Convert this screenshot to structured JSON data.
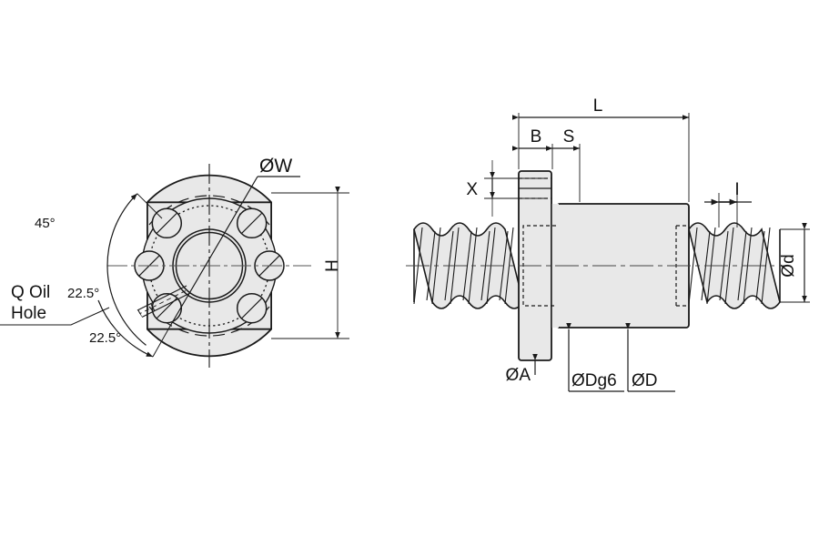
{
  "drawing": {
    "title": "Ball Screw Nut Technical Drawing",
    "background_color": "#ffffff",
    "line_color": "#1a1a1a",
    "fill_color": "#e8e8e8",
    "views": {
      "left": "flange-front-view",
      "right": "assembly-side-section-view"
    }
  },
  "left_view": {
    "name": "flange-front-view",
    "annotations": {
      "angle_45": "45°",
      "angle_22_5_upper": "22.5°",
      "angle_22_5_lower": "22.5°",
      "oil_hole_line1": "Q Oil",
      "oil_hole_line2": "Hole",
      "bolt_circle_label": "ØW",
      "height_label": "H"
    },
    "features": {
      "bolt_hole_count": 6,
      "bolt_hole_angles_deg": [
        45,
        135,
        180,
        0,
        225,
        315
      ],
      "has_flats": "top-and-bottom",
      "has_oil_hole": true,
      "center_bore": true
    }
  },
  "right_view": {
    "name": "assembly-side-section-view",
    "dimensions": {
      "overall_length": "L",
      "flange_thickness": "B",
      "shoulder": "S",
      "keyway_offset": "X",
      "lead": "I",
      "screw_diameter": "Ød",
      "flange_diameter": "ØA",
      "nut_journal_diameter": "ØDg6",
      "nut_outer_diameter": "ØD"
    },
    "features": {
      "thread_left_turns": 5,
      "thread_right_turns": 4,
      "has_centerline": true,
      "hidden_lines": "dashed"
    }
  }
}
